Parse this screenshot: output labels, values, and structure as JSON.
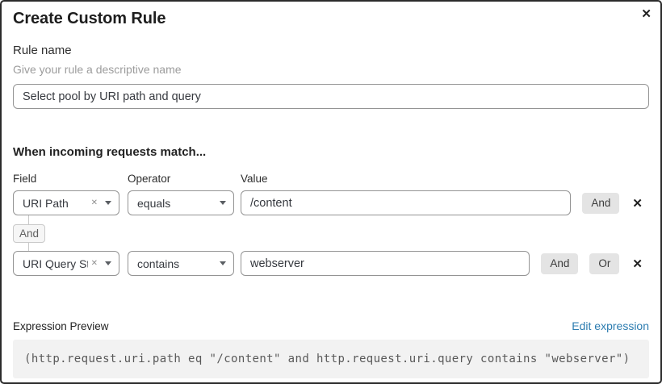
{
  "dialog": {
    "title": "Create Custom Rule"
  },
  "icons": {
    "close": "✕",
    "clear": "✕",
    "remove": "✕"
  },
  "rule_name": {
    "label": "Rule name",
    "helper": "Give your rule a descriptive name",
    "value": "Select pool by URI path and query"
  },
  "match_builder": {
    "heading": "When incoming requests match...",
    "columns": {
      "field": "Field",
      "operator": "Operator",
      "value": "Value"
    },
    "connector": "And",
    "rows": [
      {
        "field": "URI Path",
        "operator": "equals",
        "value": "/content",
        "and_label": "And"
      },
      {
        "field": "URI Query St...",
        "operator": "contains",
        "value": "webserver",
        "and_label": "And",
        "or_label": "Or"
      }
    ]
  },
  "expression_preview": {
    "label": "Expression Preview",
    "edit_link": "Edit expression",
    "code": "(http.request.uri.path eq \"/content\" and http.request.uri.query contains \"webserver\")"
  },
  "colors": {
    "link": "#2c7cb0",
    "button_bg": "#e4e4e4",
    "code_bg": "#f2f2f2",
    "dialog_border": "#2b2b2b"
  }
}
